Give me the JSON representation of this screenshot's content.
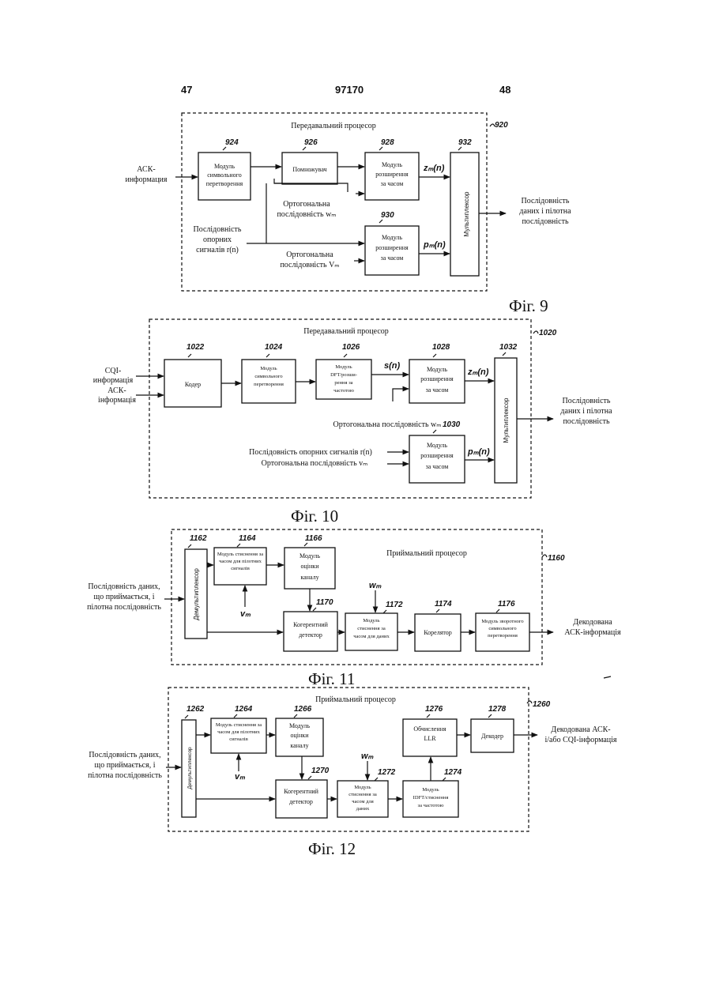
{
  "header": {
    "left": "47",
    "center": "97170",
    "right": "48"
  },
  "fig9": {
    "caption": "Фіг. 9",
    "title": "Передавальний процесор",
    "ref": "920",
    "input_ack": [
      "АСК-",
      "информация"
    ],
    "block924": {
      "num": "924",
      "lines": [
        "Модуль",
        "символьного",
        "перетворення"
      ]
    },
    "block926": {
      "num": "926",
      "lines": [
        "Помножувач"
      ]
    },
    "block928": {
      "num": "928",
      "lines": [
        "Модуль",
        "розширення",
        "за часом"
      ]
    },
    "block930": {
      "num": "930",
      "lines": [
        "Модуль",
        "розширення",
        "за часом"
      ]
    },
    "block932": {
      "num": "932",
      "label": "Мультиплексор"
    },
    "orth_w": [
      "Ортогональна",
      "послідовність wₘ"
    ],
    "ref_seq": [
      "Послідовність",
      "опорних",
      "сигналів r(n)"
    ],
    "orth_v": [
      "Ортогональна",
      "послідовність Vₘ"
    ],
    "sig_z": "zₘ(n)",
    "sig_p": "pₘ(n)",
    "output": [
      "Послідовність",
      "даних і пілотна",
      "послідовність"
    ]
  },
  "fig10": {
    "caption": "Фіг. 10",
    "title": "Передавальний процесор",
    "ref": "1020",
    "input_cqi": [
      "CQI-",
      "информація"
    ],
    "input_ack": [
      "АСК-",
      "інформація"
    ],
    "block1022": {
      "num": "1022",
      "lines": [
        "Кодер"
      ]
    },
    "block1024": {
      "num": "1024",
      "lines": [
        "Модуль",
        "символьного",
        "перетворення"
      ]
    },
    "block1026": {
      "num": "1026",
      "lines": [
        "Модуль",
        "DFT/розши-",
        "рення за",
        "частотою"
      ]
    },
    "block1028": {
      "num": "1028",
      "lines": [
        "Модуль",
        "розширення",
        "за часом"
      ]
    },
    "block1030": {
      "num": "1030",
      "lines": [
        "Модуль",
        "розширення",
        "за часом"
      ]
    },
    "block1032": {
      "num": "1032",
      "label": "Мультиплексор"
    },
    "sig_s": "s(n)",
    "sig_z": "zₘ(n)",
    "sig_p": "pₘ(n)",
    "orth_w": "Ортогональна послідовність wₘ",
    "ref_seq": "Послідовність опорних сигналів r(n)",
    "orth_v": "Ортогональна послідовність vₘ",
    "output": [
      "Послідовність",
      "даних і пілотна",
      "послідовність"
    ]
  },
  "fig11": {
    "caption": "Фіг. 11",
    "title": "Приймальний процесор",
    "ref": "1160",
    "input": [
      "Послідовність даних,",
      "що приймається, і",
      "пілотна послідовність"
    ],
    "block1162": {
      "num": "1162",
      "label": "Демультиплексор"
    },
    "block1164": {
      "num": "1164",
      "lines": [
        "Модуль стиснення за",
        "часом для пілотних",
        "сигналів"
      ]
    },
    "block1166": {
      "num": "1166",
      "lines": [
        "Модуль",
        "оцінки",
        "каналу"
      ]
    },
    "block1170": {
      "num": "1170",
      "lines": [
        "Когерентний",
        "детектор"
      ]
    },
    "block1172": {
      "num": "1172",
      "lines": [
        "Модуль",
        "стиснення за",
        "часом для даних"
      ]
    },
    "block1174": {
      "num": "1174",
      "lines": [
        "Корелятор"
      ]
    },
    "block1176": {
      "num": "1176",
      "lines": [
        "Модуль зворотного",
        "символьного",
        "перетворення"
      ]
    },
    "sig_v": "vₘ",
    "sig_w": "wₘ",
    "output": [
      "Декодована",
      "АСК-інформація"
    ]
  },
  "fig12": {
    "caption": "Фіг. 12",
    "title": "Приймальний процесор",
    "ref": "1260",
    "input": [
      "Послідовність даних,",
      "що приймається, і",
      "пілотна послідовність"
    ],
    "block1262": {
      "num": "1262",
      "label": "Демультиплексор"
    },
    "block1264": {
      "num": "1264",
      "lines": [
        "Модуль стиснення за",
        "часом для пілотних",
        "сигналів"
      ]
    },
    "block1266": {
      "num": "1266",
      "lines": [
        "Модуль",
        "оцінки",
        "каналу"
      ]
    },
    "block1270": {
      "num": "1270",
      "lines": [
        "Когерентний",
        "детектор"
      ]
    },
    "block1272": {
      "num": "1272",
      "lines": [
        "Модуль",
        "стиснення за",
        "часом для",
        "даних"
      ]
    },
    "block1274": {
      "num": "1274",
      "lines": [
        "Модуль",
        "IDFT/стиснення",
        "за частотою"
      ]
    },
    "block1276": {
      "num": "1276",
      "lines": [
        "Обчислення",
        "LLR"
      ]
    },
    "block1278": {
      "num": "1278",
      "lines": [
        "Декодер"
      ]
    },
    "sig_v": "vₘ",
    "sig_w": "wₘ",
    "output": [
      "Декодована АСК-",
      "і/або CQI-інформація"
    ]
  }
}
